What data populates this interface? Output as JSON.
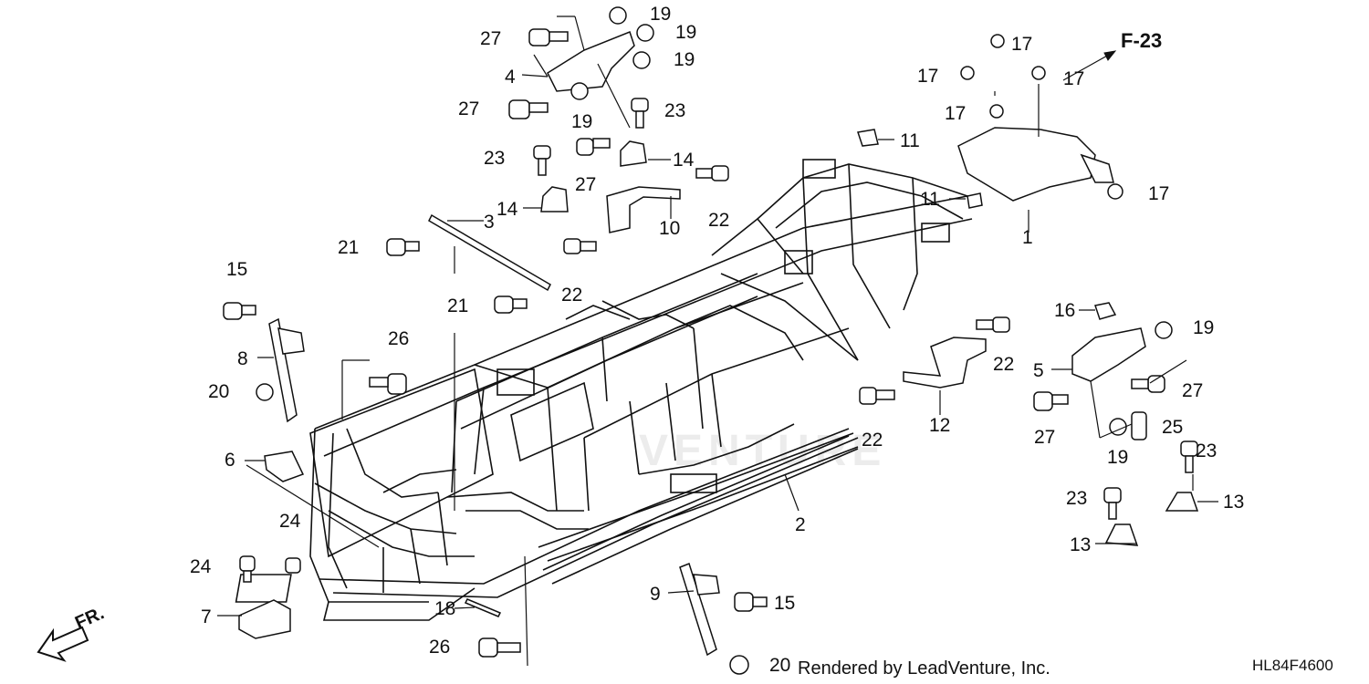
{
  "figure_ref": "F-23",
  "front_label": "FR.",
  "credit": "Rendered by LeadVenture, Inc.",
  "diagram_code": "HL84F4600",
  "watermark": "VENTURE",
  "callouts": [
    "1",
    "2",
    "3",
    "4",
    "5",
    "6",
    "7",
    "8",
    "9",
    "10",
    "11",
    "11",
    "12",
    "13",
    "13",
    "14",
    "14",
    "15",
    "15",
    "16",
    "17",
    "17",
    "17",
    "17",
    "17",
    "18",
    "19",
    "19",
    "19",
    "19",
    "19",
    "19",
    "20",
    "20",
    "21",
    "21",
    "22",
    "22",
    "22",
    "22",
    "23",
    "23",
    "23",
    "23",
    "24",
    "24",
    "25",
    "26",
    "26",
    "27",
    "27",
    "27",
    "27",
    "27"
  ]
}
